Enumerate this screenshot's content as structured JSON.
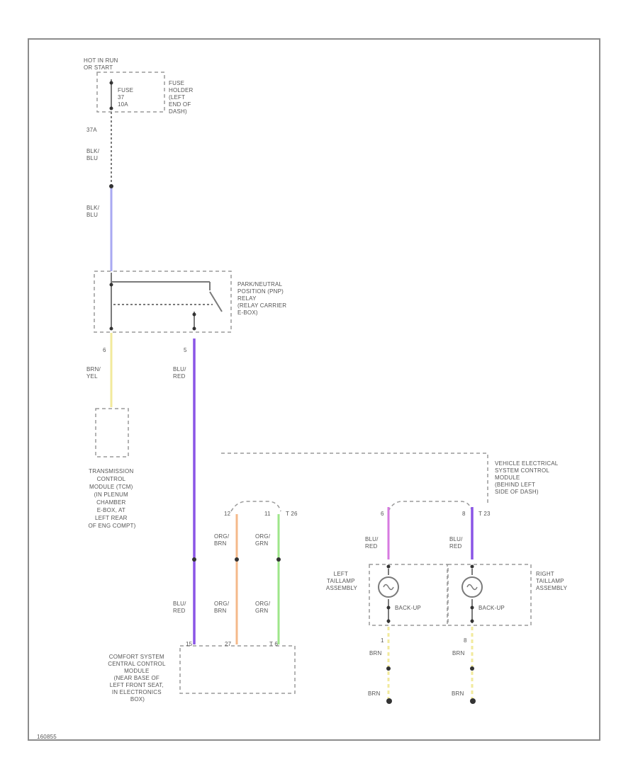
{
  "colors": {
    "blu": "#a9a9f2",
    "yel": "#f2ea9c",
    "vio": "#8a55e6",
    "org": "#f4b98a",
    "grn": "#9ee68a",
    "pnk": "#d77ae0",
    "gry": "#7a7a7a"
  },
  "labels": {
    "hot_in_run": [
      "HOT IN RUN",
      "OR START"
    ],
    "fuse_holder": [
      "FUSE",
      "HOLDER",
      "(LEFT",
      "END OF",
      "DASH)"
    ],
    "fuse": [
      "FUSE",
      "37",
      "10A"
    ],
    "fuse_pin": "37A",
    "wire_1": [
      "BLK/",
      "BLU"
    ],
    "wire_2": [
      "BLK/",
      "BLU"
    ],
    "pn_relay": [
      "PARK/NEUTRAL",
      "POSITION (PNP)",
      "RELAY",
      "(RELAY CARRIER",
      "E-BOX)"
    ],
    "relay_pin_left": "6",
    "relay_pin_right": "5",
    "wire_brn_yel": [
      "BRN/",
      "YEL"
    ],
    "wire_blu_red_1": [
      "BLU/",
      "RED"
    ],
    "tcm": [
      "TRANSMISSION",
      "CONTROL",
      "MODULE (TCM)",
      "(IN PLENUM",
      "CHAMBER",
      "E-BOX, AT",
      "LEFT REAR",
      "OF ENG COMPT)"
    ],
    "vesc": [
      "VEHICLE ELECTRICAL",
      "SYSTEM CONTROL",
      "MODULE",
      "(BEHIND LEFT",
      "SIDE OF DASH)"
    ],
    "conn_t26_pins": [
      "12",
      "11"
    ],
    "conn_t26": "T 26",
    "wire_org_brn_a": [
      "ORG/",
      "BRN"
    ],
    "wire_org_brn_b": [
      "ORG/",
      "GRN"
    ],
    "conn_t23_pins": [
      "6",
      "8"
    ],
    "conn_t23": "T 23",
    "wire_blu_red_l": [
      "BLU/",
      "RED"
    ],
    "wire_blu_red_r": [
      "BLU/",
      "RED"
    ],
    "left_tail": [
      "LEFT",
      "TAILLAMP",
      "ASSEMBLY"
    ],
    "right_tail": [
      "RIGHT",
      "TAILLAMP",
      "ASSEMBLY"
    ],
    "backup_l": "BACK-UP",
    "backup_r": "BACK-UP",
    "tail_pin_l": "1",
    "tail_pin_r": "8",
    "wire_brn_l": "BRN",
    "wire_brn_r": "BRN",
    "gnd_l": "BRN",
    "gnd_r": "BRN",
    "wire_blu_red_bot": [
      "BLU/",
      "RED"
    ],
    "wire_org_brn_bot": [
      "ORG/",
      "BRN"
    ],
    "wire_org_grn_bot": [
      "ORG/",
      "GRN"
    ],
    "ccm": [
      "COMFORT SYSTEM",
      "CENTRAL CONTROL",
      "MODULE",
      "(NEAR BASE OF",
      "LEFT FRONT SEAT,",
      "IN ELECTRONICS",
      "BOX)"
    ],
    "ccm_pins": [
      "15",
      "27",
      "T 6"
    ],
    "code": "160855"
  }
}
